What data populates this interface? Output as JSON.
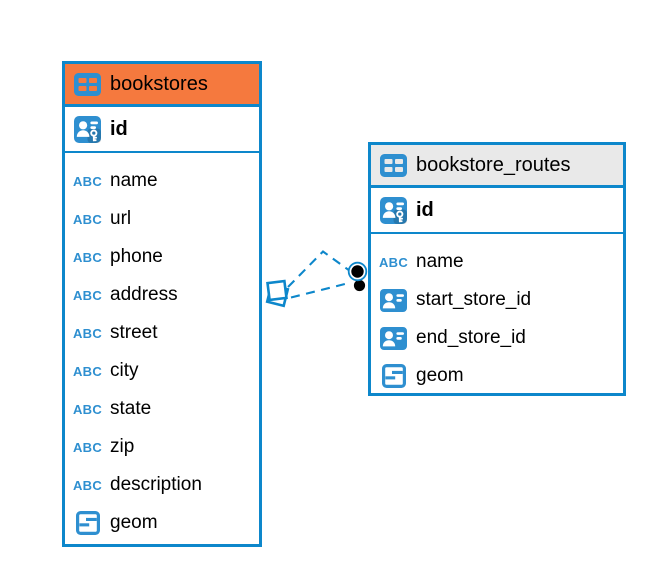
{
  "diagram": {
    "tables": [
      {
        "name": "bookstores",
        "header_style": "orange",
        "columns": [
          {
            "name": "id",
            "icon": "primary-key-icon"
          },
          {
            "name": "name",
            "icon": "text-column-icon"
          },
          {
            "name": "url",
            "icon": "text-column-icon"
          },
          {
            "name": "phone",
            "icon": "text-column-icon"
          },
          {
            "name": "address",
            "icon": "text-column-icon"
          },
          {
            "name": "street",
            "icon": "text-column-icon"
          },
          {
            "name": "city",
            "icon": "text-column-icon"
          },
          {
            "name": "state",
            "icon": "text-column-icon"
          },
          {
            "name": "zip",
            "icon": "text-column-icon"
          },
          {
            "name": "description",
            "icon": "text-column-icon"
          },
          {
            "name": "geom",
            "icon": "geometry-column-icon"
          }
        ]
      },
      {
        "name": "bookstore_routes",
        "header_style": "gray",
        "columns": [
          {
            "name": "id",
            "icon": "primary-key-icon"
          },
          {
            "name": "name",
            "icon": "text-column-icon"
          },
          {
            "name": "start_store_id",
            "icon": "foreign-key-icon"
          },
          {
            "name": "end_store_id",
            "icon": "foreign-key-icon"
          },
          {
            "name": "geom",
            "icon": "geometry-column-icon"
          }
        ]
      }
    ],
    "icons": {
      "text_glyph": "ABC"
    },
    "relationships": {
      "style": "dashed",
      "lines": [
        {
          "from": "bookstores",
          "to": "bookstore_routes"
        },
        {
          "from": "bookstores",
          "to": "bookstore_routes"
        }
      ]
    },
    "colors": {
      "table_border": "#0D87CB",
      "icon_blue": "#2E8FD0",
      "header_orange": "#F5793E",
      "header_gray": "#E9E9E9",
      "relation_line": "#0D87CB",
      "text": "#000000",
      "background": "#FFFFFF"
    }
  }
}
